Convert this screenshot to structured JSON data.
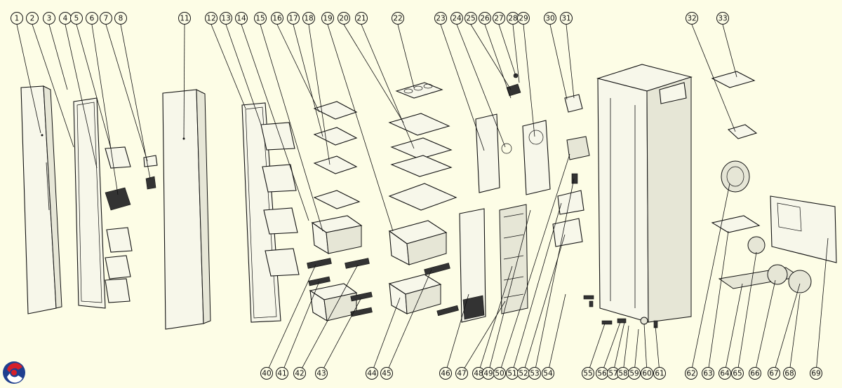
{
  "diagram": {
    "top_labels": [
      "1",
      "2",
      "3",
      "4",
      "5",
      "6",
      "7",
      "8",
      "11",
      "12",
      "13",
      "14",
      "15",
      "16",
      "17",
      "18",
      "19",
      "20",
      "21",
      "22",
      "23",
      "24",
      "25",
      "26",
      "27",
      "28",
      "29",
      "30",
      "31",
      "32",
      "33"
    ],
    "bottom_labels": [
      "40",
      "41",
      "42",
      "43",
      "44",
      "45",
      "46",
      "47",
      "48",
      "49",
      "50",
      "51",
      "52",
      "53",
      "54",
      "55",
      "56",
      "57",
      "58",
      "59",
      "60",
      "61",
      "62",
      "63",
      "64",
      "65",
      "66",
      "67",
      "68",
      "69"
    ]
  },
  "logo": {
    "name": "brand-logo",
    "colors": {
      "red": "#d6202a",
      "blue": "#1f3f8f"
    }
  }
}
